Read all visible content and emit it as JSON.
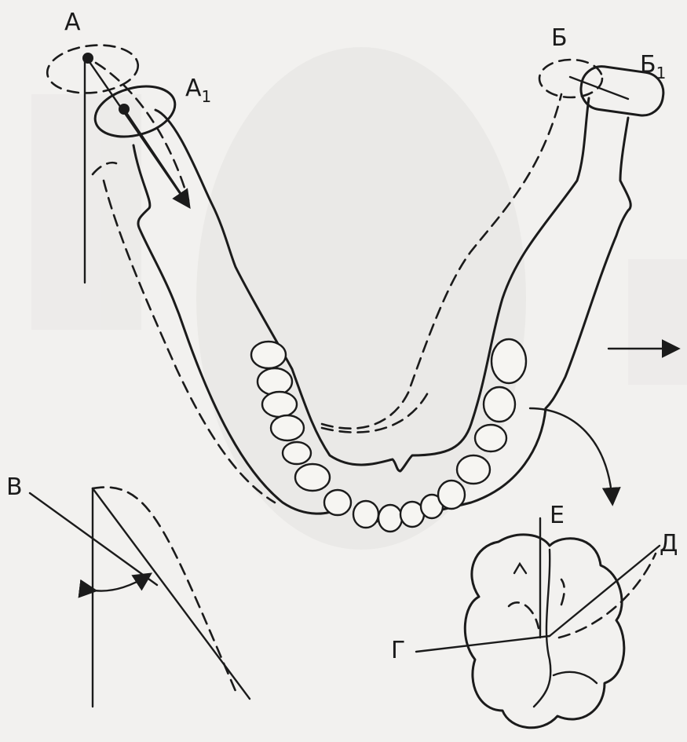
{
  "labels": {
    "A": "А",
    "A1_base": "А",
    "A1_sub": "1",
    "B": "Б",
    "B1_base": "Б",
    "B1_sub": "1",
    "V": "В",
    "G": "Г",
    "D": "Д",
    "E": "Е"
  },
  "colors": {
    "background": "#f2f1ef",
    "ink": "#1b1b1b"
  }
}
